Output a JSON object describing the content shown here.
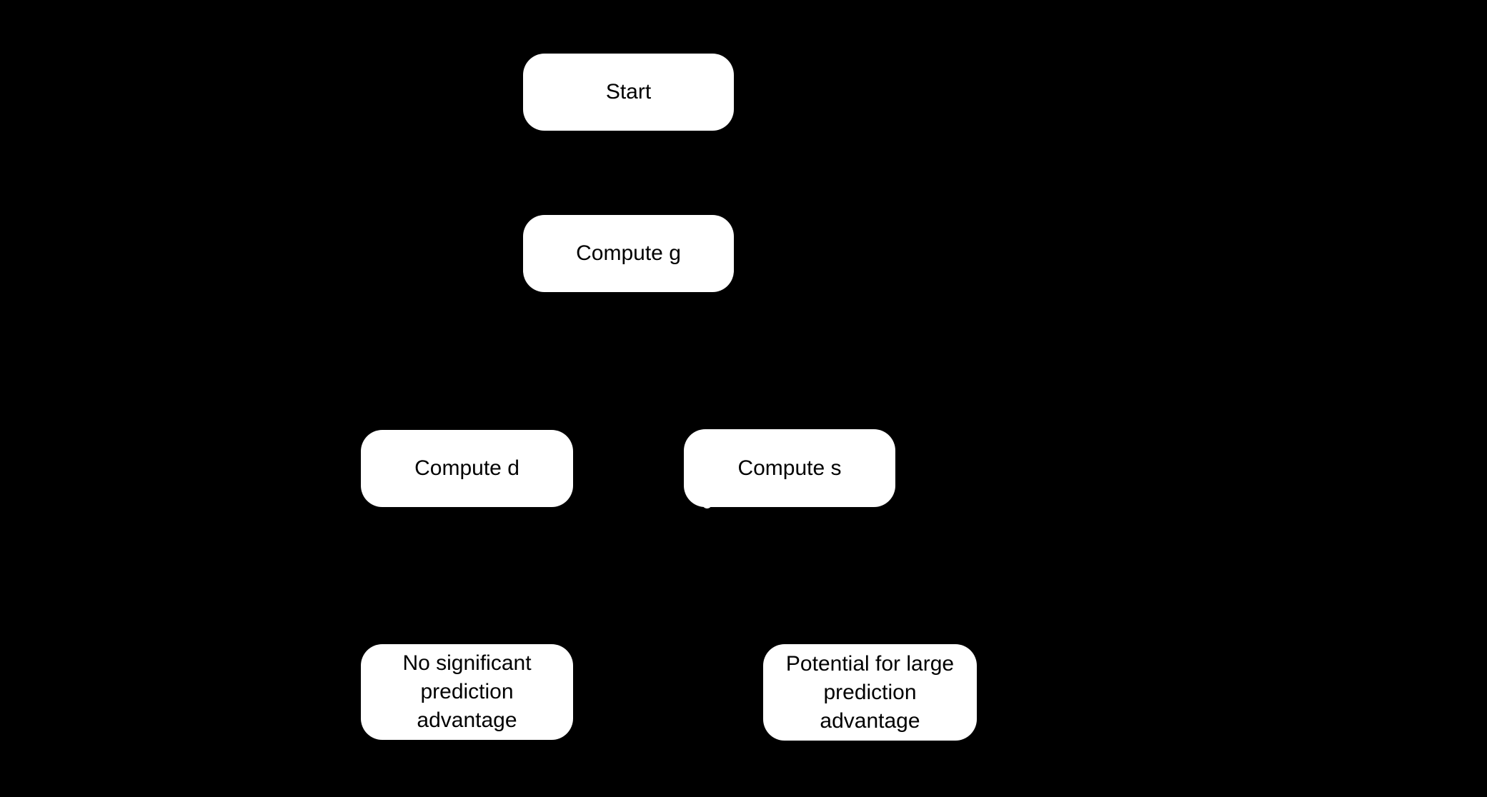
{
  "diagram": {
    "type": "flowchart",
    "background_color": "#000000",
    "node_fill_color": "#ffffff",
    "node_text_color": "#000000",
    "nodes": {
      "start": {
        "label": "Start"
      },
      "compute_g": {
        "label": "Compute g"
      },
      "compute_d": {
        "label": "Compute d"
      },
      "compute_s": {
        "label": "Compute s"
      },
      "no_advantage": {
        "label": "No significant prediction advantage"
      },
      "large_advantage": {
        "label": "Potential for large prediction advantage"
      }
    }
  }
}
